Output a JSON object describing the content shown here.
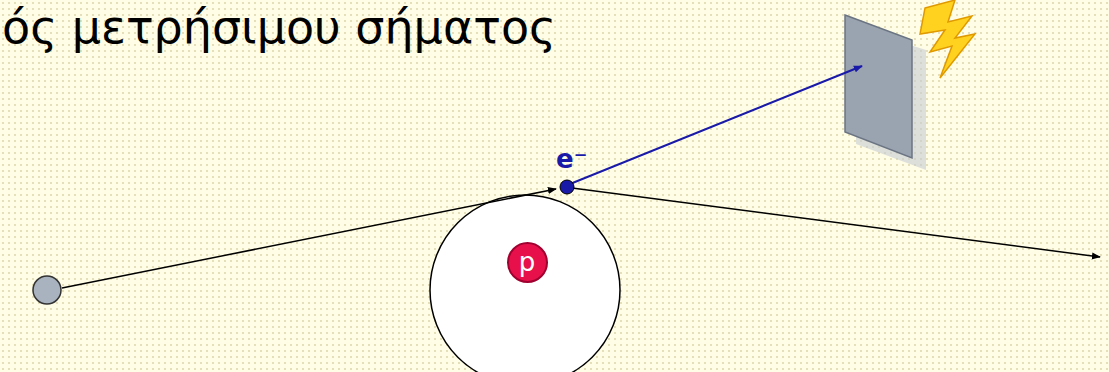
{
  "diagram": {
    "nodes": [
      {
        "text": [
          "p"
        ]
      }
    ],
    "labels": [
      "ός μετρήσιμου σήματος",
      "e⁻"
    ]
  }
}
